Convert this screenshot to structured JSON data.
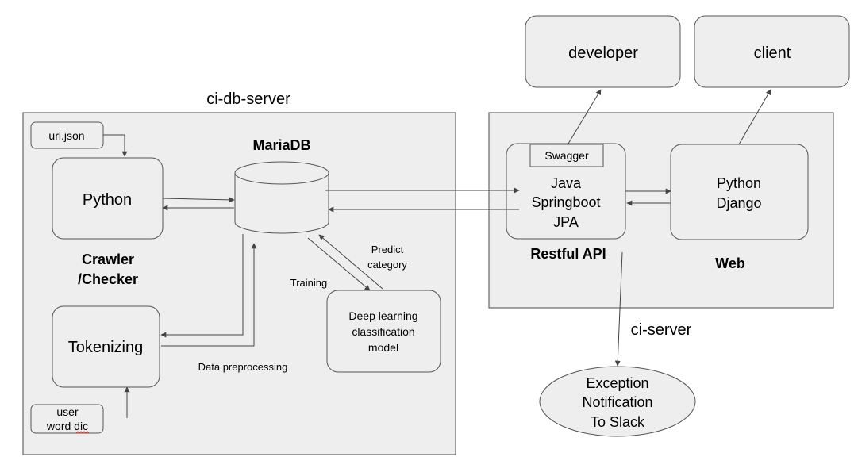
{
  "zones": {
    "db_server": "ci-db-server",
    "ci_server": "ci-server"
  },
  "nodes": {
    "url_json": "url.json",
    "python": "Python",
    "crawler_line1": "Crawler",
    "crawler_line2": "/Checker",
    "mariadb": "MariaDB",
    "tokenizing": "Tokenizing",
    "user_dic_line1": "user",
    "user_dic_line2": "word dic",
    "deep_line1": "Deep learning",
    "deep_line2": "classification",
    "deep_line3": "model",
    "swagger": "Swagger",
    "java_line1": "Java",
    "java_line2": "Springboot",
    "java_line3": "JPA",
    "restful_api": "Restful API",
    "django_line1": "Python",
    "django_line2": "Django",
    "web": "Web",
    "developer": "developer",
    "client": "client",
    "exception_line1": "Exception",
    "exception_line2": "Notification",
    "exception_line3": "To Slack"
  },
  "edges": {
    "training": "Training",
    "predict_line1": "Predict",
    "predict_line2": "category",
    "data_preprocessing": "Data preprocessing"
  },
  "colors": {
    "box_fill": "#eeeeee",
    "stroke": "#555555",
    "text": "#000000"
  }
}
